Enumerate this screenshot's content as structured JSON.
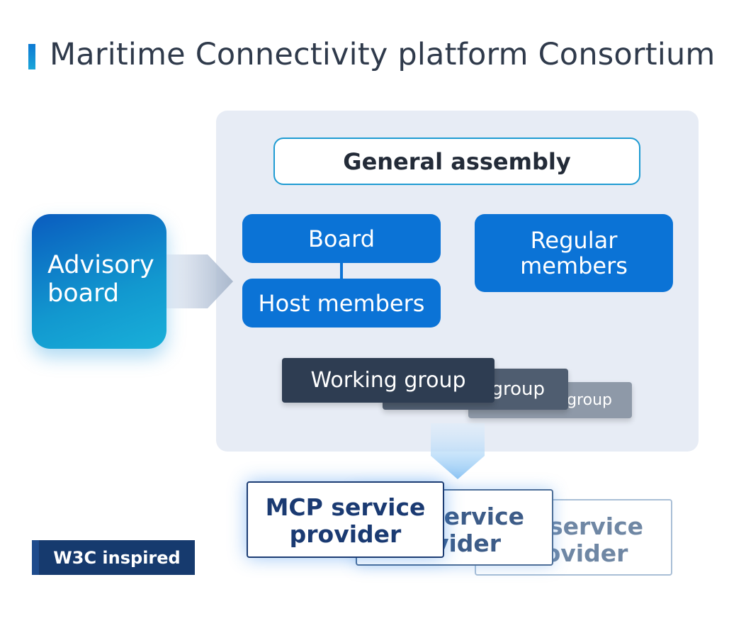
{
  "title": "Maritime Connectivity platform Consortium",
  "general_assembly": "General assembly",
  "board": "Board",
  "host_members": "Host members",
  "regular_members": "Regular\nmembers",
  "advisory_board": "Advisory\nboard",
  "working_groups": [
    "Working group",
    "group",
    "group"
  ],
  "service_providers": [
    {
      "line1": "MCP service",
      "line2": "provider"
    },
    {
      "line1": "service",
      "line2": "vider"
    },
    {
      "line1": "service",
      "line2": "ovider"
    }
  ],
  "badge": "W3C inspired",
  "colors": {
    "accent_blue": "#0b73d6",
    "dark_navy": "#1a3a72",
    "panel_bg": "#e7ecf5",
    "working_group_dark": "#2e3d52"
  }
}
